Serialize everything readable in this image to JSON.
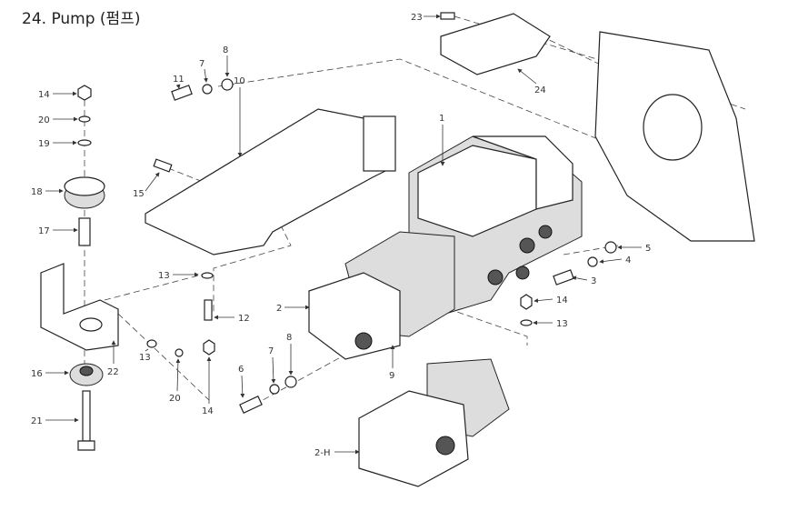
{
  "title": "24. Pump (펌프)",
  "callouts": [
    "23",
    "24",
    "14",
    "20",
    "19",
    "18",
    "17",
    "16",
    "21",
    "22",
    "13",
    "20",
    "14",
    "11",
    "7",
    "8",
    "10",
    "15",
    "13",
    "12",
    "1",
    "2",
    "9",
    "5",
    "4",
    "3",
    "14",
    "13",
    "6",
    "7",
    "8",
    "2-H"
  ]
}
